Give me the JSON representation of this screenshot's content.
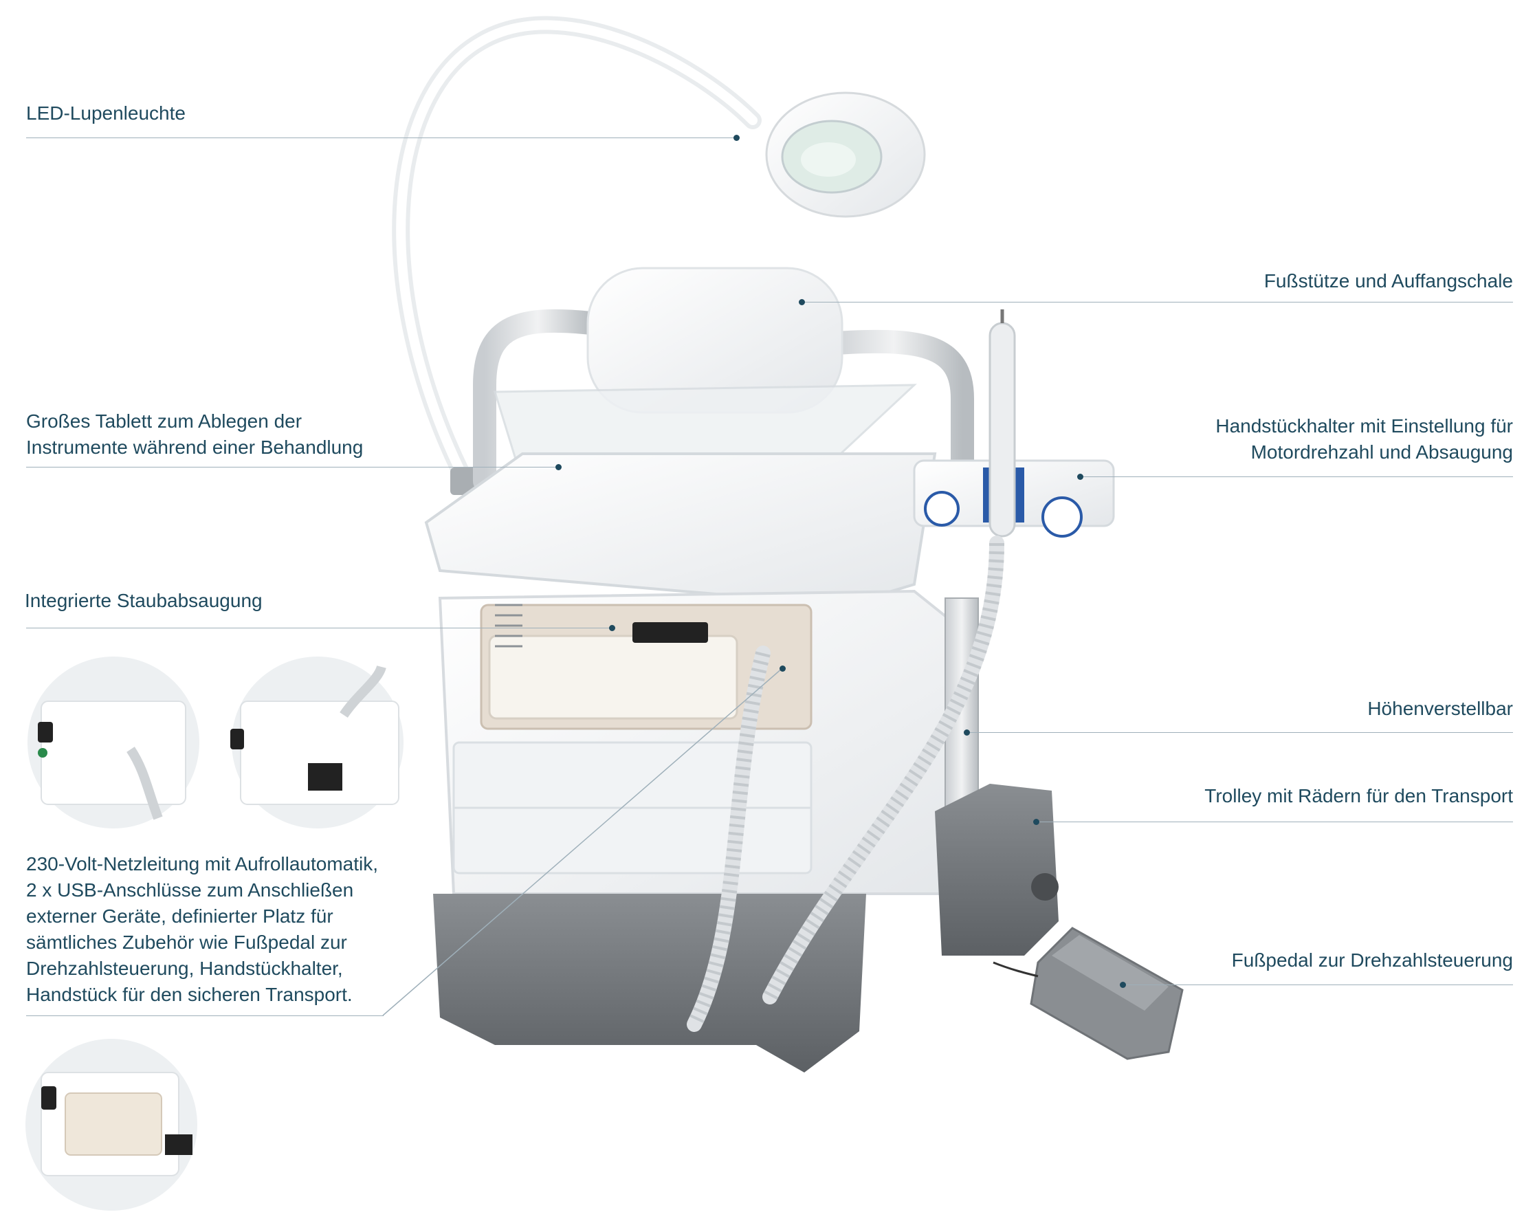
{
  "callouts": {
    "led_lupenleuchte": "LED-Lupenleuchte",
    "fussstuetze": "Fußstütze und Auffangschale",
    "tablett": "Großes Tablett zum Ablegen der\nInstrumente während einer Behandlung",
    "handstueckhalter": "Handstückhalter mit Einstellung für\nMotordrehzahl und Absaugung",
    "staubabsaugung": "Integrierte Staubabsaugung",
    "hoehenverstellbar": "Höhenverstellbar",
    "trolley": "Trolley mit Rädern für den Transport",
    "netzleitung": "230-Volt-Netzleitung mit Aufrollautomatik,\n2 x USB-Anschlüsse zum Anschließen\nexterner Geräte, definierter Platz für\nsämtliches Zubehör wie Fußpedal zur\nDrehzahlsteuerung, Handstückhalter,\nHandstück für den sicheren Transport.",
    "fusspedal": "Fußpedal zur Drehzahlsteuerung"
  },
  "colors": {
    "label_text": "#1f4a5e",
    "leader_line": "#9fb0ba",
    "device_white": "#f4f5f6",
    "device_gray": "#6f7377",
    "accent_blue": "#2a5aa8"
  }
}
